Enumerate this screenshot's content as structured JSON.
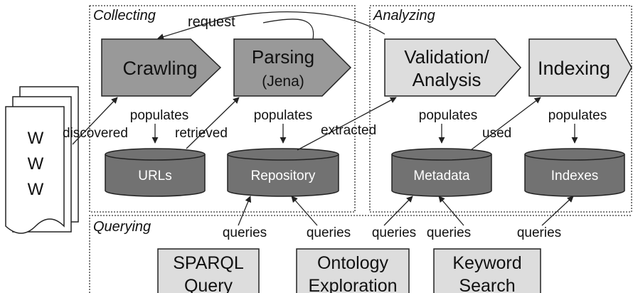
{
  "sections": {
    "collecting": "Collecting",
    "analyzing": "Analyzing",
    "querying": "Querying"
  },
  "source": {
    "lines": [
      "W",
      "W",
      "W"
    ]
  },
  "processes": {
    "crawling": "Crawling",
    "parsing": "Parsing",
    "parsing_sub": "(Jena)",
    "validation_line1": "Validation/",
    "validation_line2": "Analysis",
    "indexing": "Indexing"
  },
  "stores": {
    "urls": "URLs",
    "repository": "Repository",
    "metadata": "Metadata",
    "indexes": "Indexes"
  },
  "interfaces": {
    "sparql_line1": "SPARQL",
    "sparql_line2": "Query",
    "ontology_line1": "Ontology",
    "ontology_line2": "Exploration",
    "keyword_line1": "Keyword",
    "keyword_line2": "Search"
  },
  "edges": {
    "request": "request",
    "discovered": "discovered",
    "retrieved": "retrieved",
    "extracted": "extracted",
    "used": "used",
    "populates": "populates",
    "queries": "queries"
  },
  "colors": {
    "dark_shape": "#999999",
    "light_shape": "#dddddd",
    "cylinder": "#727272",
    "cylinder_text": "#ffffff",
    "stroke": "#222222"
  }
}
